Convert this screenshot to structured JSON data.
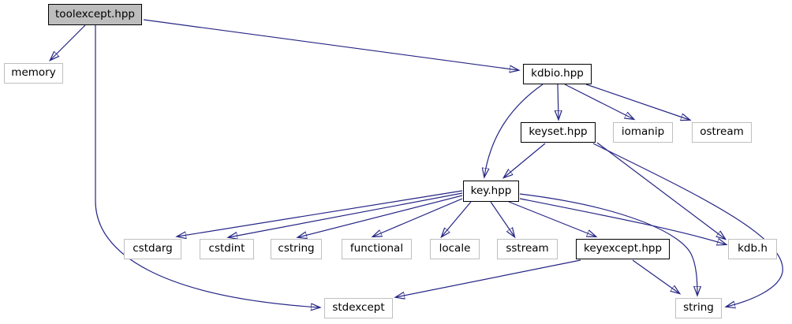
{
  "diagram": {
    "type": "include-dependency-graph",
    "root": "toolexcept.hpp"
  },
  "colors": {
    "edge": "#252585",
    "root_fill": "#bdbdbd",
    "internal_border": "#000000",
    "system_border": "#bfbfbf",
    "node_fill": "#ffffff",
    "text": "#000000"
  },
  "nodes": {
    "toolexcept": {
      "label": "toolexcept.hpp",
      "kind": "root"
    },
    "memory": {
      "label": "memory",
      "kind": "system"
    },
    "kdbio": {
      "label": "kdbio.hpp",
      "kind": "internal"
    },
    "keyset": {
      "label": "keyset.hpp",
      "kind": "internal"
    },
    "iomanip": {
      "label": "iomanip",
      "kind": "system"
    },
    "ostream": {
      "label": "ostream",
      "kind": "system"
    },
    "key": {
      "label": "key.hpp",
      "kind": "internal"
    },
    "cstdarg": {
      "label": "cstdarg",
      "kind": "system"
    },
    "cstdint": {
      "label": "cstdint",
      "kind": "system"
    },
    "cstring": {
      "label": "cstring",
      "kind": "system"
    },
    "functional": {
      "label": "functional",
      "kind": "system"
    },
    "locale": {
      "label": "locale",
      "kind": "system"
    },
    "sstream": {
      "label": "sstream",
      "kind": "system"
    },
    "keyexcept": {
      "label": "keyexcept.hpp",
      "kind": "internal"
    },
    "kdbh": {
      "label": "kdb.h",
      "kind": "system"
    },
    "stdexcept": {
      "label": "stdexcept",
      "kind": "system"
    },
    "string": {
      "label": "string",
      "kind": "system"
    }
  },
  "edges": [
    {
      "from": "toolexcept.hpp",
      "to": "memory"
    },
    {
      "from": "toolexcept.hpp",
      "to": "kdbio.hpp"
    },
    {
      "from": "toolexcept.hpp",
      "to": "stdexcept"
    },
    {
      "from": "kdbio.hpp",
      "to": "keyset.hpp"
    },
    {
      "from": "kdbio.hpp",
      "to": "key.hpp"
    },
    {
      "from": "kdbio.hpp",
      "to": "iomanip"
    },
    {
      "from": "kdbio.hpp",
      "to": "ostream"
    },
    {
      "from": "keyset.hpp",
      "to": "key.hpp"
    },
    {
      "from": "keyset.hpp",
      "to": "kdb.h"
    },
    {
      "from": "keyset.hpp",
      "to": "string"
    },
    {
      "from": "key.hpp",
      "to": "cstdarg"
    },
    {
      "from": "key.hpp",
      "to": "cstdint"
    },
    {
      "from": "key.hpp",
      "to": "cstring"
    },
    {
      "from": "key.hpp",
      "to": "functional"
    },
    {
      "from": "key.hpp",
      "to": "locale"
    },
    {
      "from": "key.hpp",
      "to": "sstream"
    },
    {
      "from": "key.hpp",
      "to": "keyexcept.hpp"
    },
    {
      "from": "key.hpp",
      "to": "kdb.h"
    },
    {
      "from": "key.hpp",
      "to": "string"
    },
    {
      "from": "keyexcept.hpp",
      "to": "stdexcept"
    },
    {
      "from": "keyexcept.hpp",
      "to": "string"
    }
  ]
}
